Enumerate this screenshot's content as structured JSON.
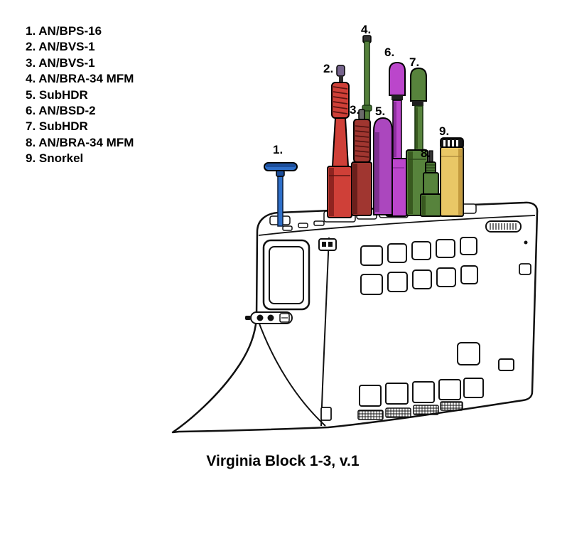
{
  "legend": {
    "items": [
      "1. AN/BPS-16",
      "2. AN/BVS-1",
      "3. AN/BVS-1",
      "4. AN/BRA-34 MFM",
      "5. SubHDR",
      "6. AN/BSD-2",
      "7. SubHDR",
      "8. AN/BRA-34 MFM",
      "9. Snorkel"
    ]
  },
  "callouts": [
    "1.",
    "2.",
    "3.",
    "4.",
    "5.",
    "6.",
    "7.",
    "8.",
    "9."
  ],
  "caption": "Virginia Block 1-3, v.1",
  "masts": [
    {
      "number": 1,
      "name": "AN/BPS-16",
      "color": "#2e6fc9"
    },
    {
      "number": 2,
      "name": "AN/BVS-1",
      "color": "#cf4038"
    },
    {
      "number": 3,
      "name": "AN/BVS-1",
      "color": "#a03630"
    },
    {
      "number": 4,
      "name": "AN/BRA-34 MFM",
      "color": "#55813b"
    },
    {
      "number": 5,
      "name": "SubHDR",
      "color": "#ab47be"
    },
    {
      "number": 6,
      "name": "AN/BSD-2",
      "color": "#bb46cb"
    },
    {
      "number": 7,
      "name": "SubHDR",
      "color": "#57833c"
    },
    {
      "number": 8,
      "name": "AN/BRA-34 MFM",
      "color": "#57833c"
    },
    {
      "number": 9,
      "name": "Snorkel",
      "color": "#e9c766"
    }
  ],
  "hull_color": "#ffffff",
  "outline_color": "#111111"
}
